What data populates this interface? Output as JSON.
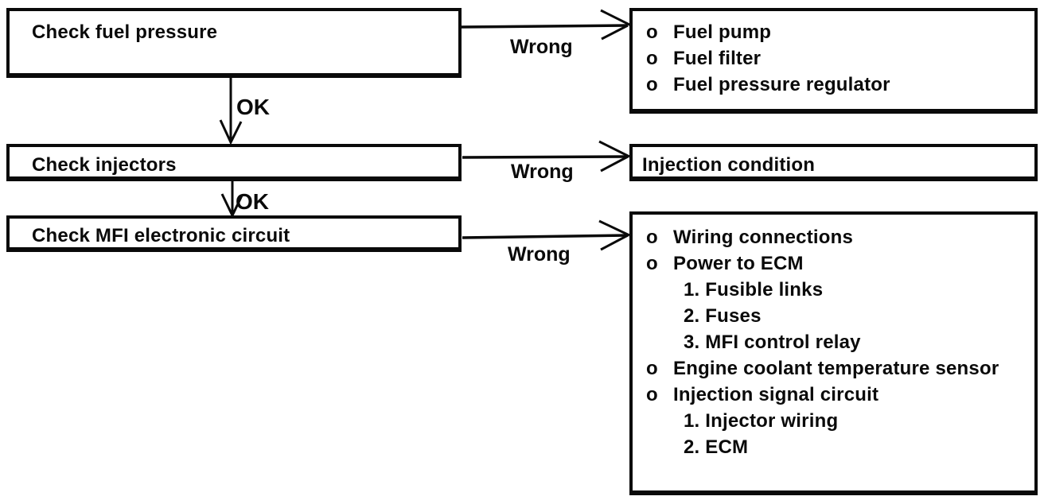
{
  "flow": {
    "steps": [
      {
        "label": "Check fuel pressure"
      },
      {
        "label": "Check injectors"
      },
      {
        "label": "Check MFI electronic circuit"
      }
    ],
    "edge_labels": {
      "ok": "OK",
      "wrong": "Wrong"
    },
    "results": [
      {
        "items": [
          {
            "bullet": "o",
            "text": "Fuel pump"
          },
          {
            "bullet": "o",
            "text": "Fuel filter"
          },
          {
            "bullet": "o",
            "text": "Fuel pressure regulator"
          }
        ]
      },
      {
        "title": "Injection condition"
      },
      {
        "items": [
          {
            "bullet": "o",
            "text": "Wiring connections"
          },
          {
            "bullet": "o",
            "text": "Power to ECM"
          },
          {
            "text": "1. Fusible links"
          },
          {
            "text": "2. Fuses"
          },
          {
            "text": "3. MFI control relay"
          },
          {
            "bullet": "o",
            "text": "Engine coolant temperature sensor"
          },
          {
            "bullet": "o",
            "text": "Injection signal circuit"
          },
          {
            "text": "1. Injector wiring"
          },
          {
            "text": "2. ECM"
          }
        ]
      }
    ],
    "ink_color": "#0a0a0a",
    "paper_color": "#ffffff"
  }
}
